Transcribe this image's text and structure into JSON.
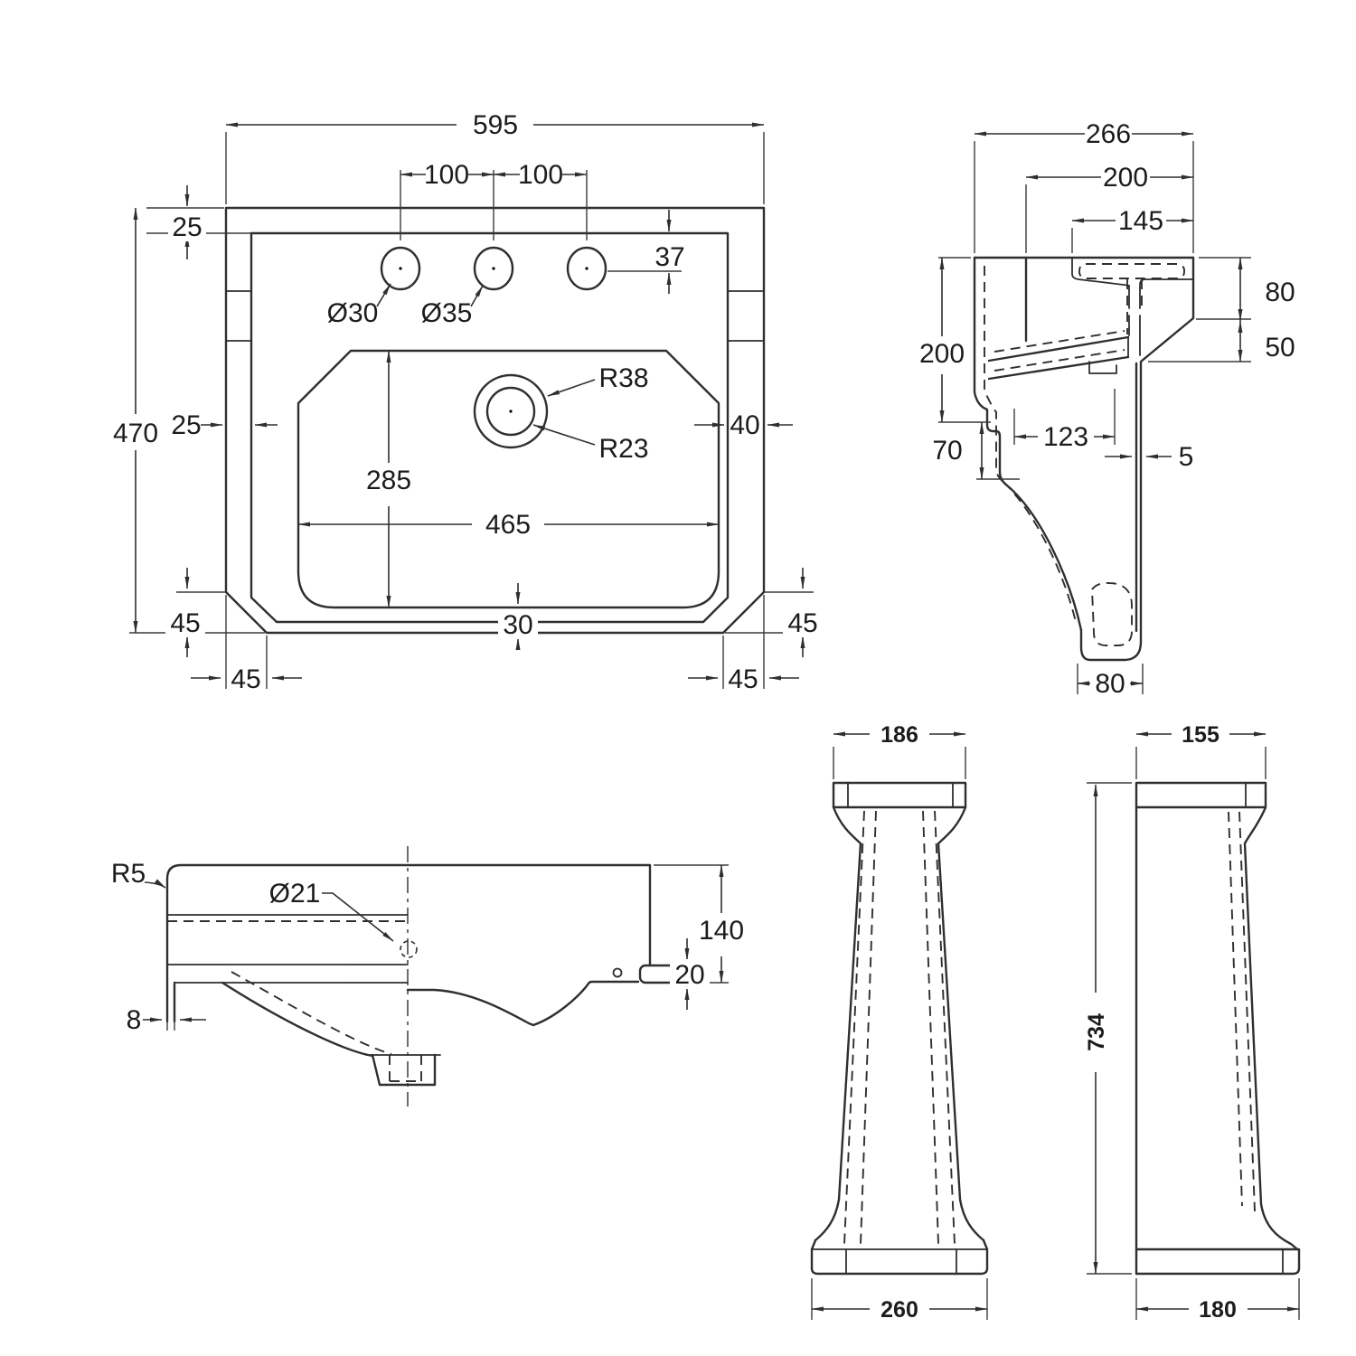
{
  "drawing": {
    "background": "#ffffff",
    "line_color": "#2f2f2f",
    "plan": {
      "overall_width": "595",
      "tap_spacing_left": "100",
      "tap_spacing_right": "100",
      "rim_top": "25",
      "tap_hole_offset": "37",
      "tap_hole_small": "Ø30",
      "tap_hole_mid": "Ø35",
      "waste_outer_radius": "R38",
      "waste_inner_radius": "R23",
      "overall_depth": "470",
      "rim_left": "25",
      "rim_right": "40",
      "bowl_depth": "285",
      "bowl_width": "465",
      "bowl_edge_gap": "30",
      "chamfer_left_v": "45",
      "chamfer_right_v": "45",
      "chamfer_left_h": "45",
      "chamfer_right_h": "45"
    },
    "side_section": {
      "overall_depth": "266",
      "shelf_depth": "200",
      "rim_depth": "145",
      "back_height": "80",
      "skirt_height": "50",
      "front_height": "200",
      "hook_height": "70",
      "outlet_depth": "123",
      "wall_thickness": "5",
      "foot_depth": "80"
    },
    "front_section": {
      "corner_radius": "R5",
      "overflow_dia": "Ø21",
      "edge_height": "140",
      "boss_height": "20",
      "skirt_thickness": "8"
    },
    "pedestal_front": {
      "top_width": "186",
      "base_width": "260"
    },
    "pedestal_side": {
      "top_width": "155",
      "base_width": "180",
      "height": "734"
    }
  }
}
